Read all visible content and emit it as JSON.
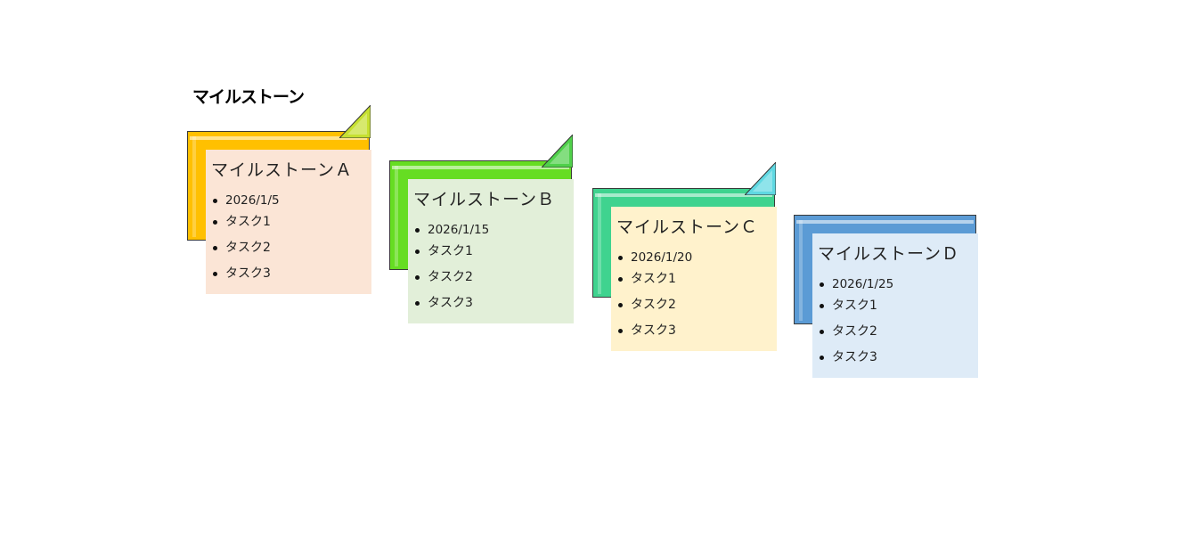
{
  "title": "マイルストーン",
  "milestones": [
    {
      "name": "マイルストーンＡ",
      "date": "2026/1/5",
      "tasks": [
        "タスク1",
        "タスク2",
        "タスク3"
      ],
      "frame_color": "#ffc000",
      "bg_color": "#fbe5d6",
      "flag_color": "#c6e030"
    },
    {
      "name": "マイルストーンＢ",
      "date": "2026/1/15",
      "tasks": [
        "タスク1",
        "タスク2",
        "タスク3"
      ],
      "frame_color": "#66dd22",
      "bg_color": "#e2efd9",
      "flag_color": "#4fd04a"
    },
    {
      "name": "マイルストーンＣ",
      "date": "2026/1/20",
      "tasks": [
        "タスク1",
        "タスク2",
        "タスク3"
      ],
      "frame_color": "#3fd38f",
      "bg_color": "#fff2cc",
      "flag_color": "#5fd8e2"
    },
    {
      "name": "マイルストーンＤ",
      "date": "2026/1/25",
      "tasks": [
        "タスク1",
        "タスク2",
        "タスク3"
      ],
      "frame_color": "#5b9bd5",
      "bg_color": "#deebf7",
      "flag_color": ""
    }
  ]
}
